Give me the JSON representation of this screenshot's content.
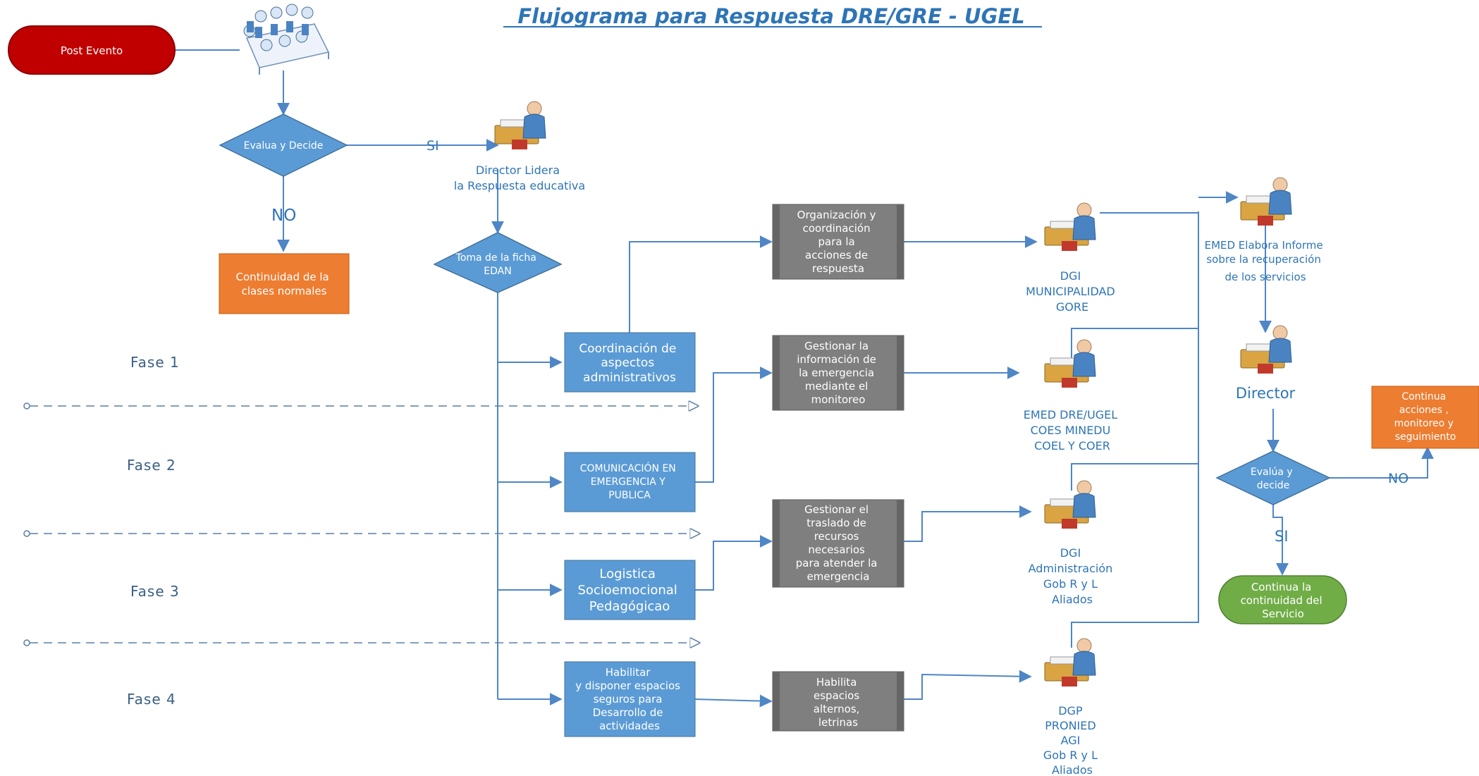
{
  "title": "Flujograma para Respuesta DRE/GRE - UGEL",
  "colors": {
    "start": "#c00000",
    "decision": "#5b9bd5",
    "process_blue": "#5b9bd5",
    "process_gray": "#7f7f7f",
    "process_orange": "#ed7d31",
    "end_green": "#70ad47",
    "line": "#5b9bd5"
  },
  "start": {
    "label": "Post Evento",
    "icon": "meeting-people-icon"
  },
  "decision1": {
    "label": "Evalua y Decide",
    "yes": "SI",
    "no": "NO"
  },
  "no_result": [
    "Continuidad de la",
    "clases normales"
  ],
  "director": {
    "icon": "desk-worker-icon",
    "label": [
      "Director Lidera",
      "la Respuesta educativa"
    ]
  },
  "decision2": {
    "label": [
      "Toma de la ficha",
      "EDAN"
    ]
  },
  "phases": [
    "Fase 1",
    "Fase 2",
    "Fase 3",
    "Fase 4"
  ],
  "phase_boxes": [
    [
      "Coordinación de",
      "aspectos",
      "administrativos"
    ],
    [
      "COMUNICACIÓN EN",
      "EMERGENCIA Y",
      "PUBLICA"
    ],
    [
      "Logistica",
      "Socioemocional",
      "Pedagógicao"
    ],
    [
      "Habilitar",
      "y disponer espacios",
      "seguros para",
      "Desarrollo de",
      "actividades"
    ]
  ],
  "gray_boxes": [
    [
      "Organización y",
      "coordinación",
      "para la",
      "acciones de",
      "respuesta"
    ],
    [
      "Gestionar la",
      "información de",
      "la emergencia",
      "mediante el",
      "monitoreo"
    ],
    [
      "Gestionar el",
      "traslado de",
      "recursos",
      "necesarios",
      "para atender la",
      "emergencia"
    ],
    [
      "Habilita",
      "espacios",
      "alternos,",
      "letrinas"
    ]
  ],
  "actors": [
    [
      "DGI",
      "MUNICIPALIDAD",
      "GORE"
    ],
    [
      "EMED DRE/UGEL",
      "COES MINEDU",
      "COEL Y COER"
    ],
    [
      "DGI",
      "Administración",
      "Gob R y L",
      "Aliados"
    ],
    [
      "DGP",
      "PRONIED",
      "AGI",
      "Gob R y L",
      "Aliados"
    ]
  ],
  "emed_report": [
    "EMED Elabora Informe",
    "sobre la recuperación",
    "de los servicios"
  ],
  "director_final": "Director",
  "decision3": {
    "label": [
      "Evalúa y",
      "decide"
    ],
    "yes": "SI",
    "no": "NO"
  },
  "continue_actions": [
    "Continua",
    "acciones ,",
    "monitoreo y",
    "seguimiento"
  ],
  "continue_service": [
    "Continua la",
    "continuidad del",
    "Servicio"
  ]
}
